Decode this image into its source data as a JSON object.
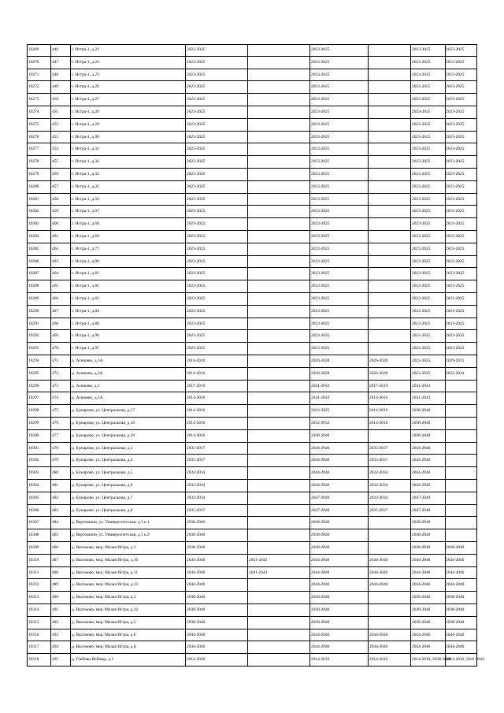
{
  "table": {
    "rows": [
      {
        "id": "10269",
        "num": "446",
        "address": "г. Истра-1, д.23",
        "c1": "2023-2025",
        "c2": "",
        "c3": "2023-2025",
        "c4": "",
        "c5": "2023-2025",
        "c6": "2023-2025"
      },
      {
        "id": "10270",
        "num": "447",
        "address": "г. Истра-1, д.24",
        "c1": "2023-2025",
        "c2": "",
        "c3": "2023-2025",
        "c4": "",
        "c5": "2023-2025",
        "c6": "2023-2025"
      },
      {
        "id": "10271",
        "num": "448",
        "address": "г. Истра-1, д.25",
        "c1": "2023-2025",
        "c2": "",
        "c3": "2023-2025",
        "c4": "",
        "c5": "2023-2025",
        "c6": "2023-2025"
      },
      {
        "id": "10272",
        "num": "449",
        "address": "г. Истра-1, д.26",
        "c1": "2023-2025",
        "c2": "",
        "c3": "2023-2025",
        "c4": "",
        "c5": "2023-2025",
        "c6": "2023-2025"
      },
      {
        "id": "10273",
        "num": "450",
        "address": "г. Истра-1, д.27",
        "c1": "2023-2025",
        "c2": "",
        "c3": "2023-2025",
        "c4": "",
        "c5": "2023-2025",
        "c6": "2023-2025"
      },
      {
        "id": "10274",
        "num": "451",
        "address": "г. Истра-1, д.28",
        "c1": "2023-2025",
        "c2": "",
        "c3": "2023-2025",
        "c4": "",
        "c5": "2023-2025",
        "c6": "2023-2025"
      },
      {
        "id": "10275",
        "num": "452",
        "address": "г. Истра-1, д.29",
        "c1": "2023-2025",
        "c2": "",
        "c3": "2023-2025",
        "c4": "",
        "c5": "2023-2025",
        "c6": "2023-2025"
      },
      {
        "id": "10276",
        "num": "453",
        "address": "г. Истра-1, д.30",
        "c1": "2023-2025",
        "c2": "",
        "c3": "2023-2025",
        "c4": "",
        "c5": "2023-2025",
        "c6": "2023-2025"
      },
      {
        "id": "10277",
        "num": "454",
        "address": "г. Истра-1, д.31",
        "c1": "2023-2025",
        "c2": "",
        "c3": "2023-2025",
        "c4": "",
        "c5": "2023-2025",
        "c6": "2023-2025"
      },
      {
        "id": "10278",
        "num": "455",
        "address": "г. Истра-1, д.32",
        "c1": "2023-2025",
        "c2": "",
        "c3": "2023-2025",
        "c4": "",
        "c5": "2023-2025",
        "c6": "2023-2025"
      },
      {
        "id": "10279",
        "num": "456",
        "address": "г. Истра-1, д.34",
        "c1": "2023-2025",
        "c2": "",
        "c3": "2023-2025",
        "c4": "",
        "c5": "2023-2025",
        "c6": "2023-2025"
      },
      {
        "id": "10280",
        "num": "457",
        "address": "г. Истра-1, д.35",
        "c1": "2023-2025",
        "c2": "",
        "c3": "2023-2025",
        "c4": "",
        "c5": "2023-2025",
        "c6": "2023-2025"
      },
      {
        "id": "10281",
        "num": "458",
        "address": "г. Истра-1, д.56",
        "c1": "2023-2025",
        "c2": "",
        "c3": "2023-2025",
        "c4": "",
        "c5": "2023-2025",
        "c6": "2023-2025"
      },
      {
        "id": "10282",
        "num": "459",
        "address": "г. Истра-1, д.67",
        "c1": "2023-2025",
        "c2": "",
        "c3": "2023-2025",
        "c4": "",
        "c5": "2023-2025",
        "c6": "2023-2025"
      },
      {
        "id": "10283",
        "num": "460",
        "address": "г. Истра-1, д.68",
        "c1": "2023-2025",
        "c2": "",
        "c3": "2023-2025",
        "c4": "",
        "c5": "2023-2025",
        "c6": "2023-2025"
      },
      {
        "id": "10284",
        "num": "461",
        "address": "г. Истра-1, д.69",
        "c1": "2023-2025",
        "c2": "",
        "c3": "2023-2025",
        "c4": "",
        "c5": "2023-2025",
        "c6": "2023-2025"
      },
      {
        "id": "10285",
        "num": "462",
        "address": "г. Истра-1, д.77",
        "c1": "2023-2025",
        "c2": "",
        "c3": "2023-2025",
        "c4": "",
        "c5": "2023-2025",
        "c6": "2023-2025"
      },
      {
        "id": "10286",
        "num": "463",
        "address": "г. Истра-1, д.80",
        "c1": "2023-2025",
        "c2": "",
        "c3": "2023-2025",
        "c4": "",
        "c5": "2023-2025",
        "c6": "2023-2025"
      },
      {
        "id": "10287",
        "num": "464",
        "address": "г. Истра-1, д.81",
        "c1": "2023-2025",
        "c2": "",
        "c3": "2023-2025",
        "c4": "",
        "c5": "2023-2025",
        "c6": "2023-2025"
      },
      {
        "id": "10288",
        "num": "465",
        "address": "г. Истра-1, д.82",
        "c1": "2023-2025",
        "c2": "",
        "c3": "2023-2025",
        "c4": "",
        "c5": "2023-2025",
        "c6": "2023-2025"
      },
      {
        "id": "10289",
        "num": "466",
        "address": "г. Истра-1, д.83",
        "c1": "2023-2025",
        "c2": "",
        "c3": "2023-2025",
        "c4": "",
        "c5": "2023-2025",
        "c6": "2023-2025"
      },
      {
        "id": "10290",
        "num": "467",
        "address": "г. Истра-1, д.84",
        "c1": "2023-2025",
        "c2": "",
        "c3": "2023-2025",
        "c4": "",
        "c5": "2023-2025",
        "c6": "2023-2025"
      },
      {
        "id": "10291",
        "num": "468",
        "address": "г. Истра-1, д.88",
        "c1": "2023-2025",
        "c2": "",
        "c3": "2023-2025",
        "c4": "",
        "c5": "2023-2025",
        "c6": "2023-2025"
      },
      {
        "id": "10292",
        "num": "469",
        "address": "г. Истра-1, д.96",
        "c1": "2023-2025",
        "c2": "",
        "c3": "2023-2025",
        "c4": "",
        "c5": "2023-2025",
        "c6": "2023-2025"
      },
      {
        "id": "10293",
        "num": "470",
        "address": "г. Истра-1, д.97",
        "c1": "2023-2025",
        "c2": "",
        "c3": "2023-2025",
        "c4": "",
        "c5": "2023-2025",
        "c6": "2023-2025"
      },
      {
        "id": "10294",
        "num": "471",
        "address": "д. Агишево, д.1А",
        "c1": "2014-2016",
        "c2": "",
        "c3": "2026-2028",
        "c4": "2026-2028",
        "c5": "2023-2025",
        "c6": "2029-2031"
      },
      {
        "id": "10295",
        "num": "472",
        "address": "д. Агишево, д.2А",
        "c1": "2014-2016",
        "c2": "",
        "c3": "2026-2028",
        "c4": "2026-2028",
        "c5": "2023-2025",
        "c6": "2032-2034"
      },
      {
        "id": "10296",
        "num": "473",
        "address": "д. Агишево, д.1",
        "c1": "2017-2019",
        "c2": "",
        "c3": "2041-2043",
        "c4": "2017-2019",
        "c5": "2041-2043",
        "c6": ""
      },
      {
        "id": "10297",
        "num": "474",
        "address": "д. Агишево, д.1А",
        "c1": "2014-2016",
        "c2": "",
        "c3": "2041-2043",
        "c4": "2014-2016",
        "c5": "2041-2043",
        "c6": ""
      },
      {
        "id": "10298",
        "num": "475",
        "address": "д. Бужарово, ул. Центральная, д.17",
        "c1": "2014-2016",
        "c2": "",
        "c3": "2023-2025",
        "c4": "2014-2016",
        "c5": "2038-2040",
        "c6": ""
      },
      {
        "id": "10299",
        "num": "476",
        "address": "д. Бужарово, ул. Центральная, д.18",
        "c1": "2014-2016",
        "c2": "",
        "c3": "2032-2034",
        "c4": "2014-2016",
        "c5": "2038-2040",
        "c6": ""
      },
      {
        "id": "10300",
        "num": "477",
        "address": "д. Бужарово, ул. Центральная, д.20",
        "c1": "2014-2016",
        "c2": "",
        "c3": "2038-2040",
        "c4": "",
        "c5": "2038-2040",
        "c6": ""
      },
      {
        "id": "10301",
        "num": "478",
        "address": "д. Бужарово, ул. Центральная, д.3",
        "c1": "2035-2037",
        "c2": "",
        "c3": "2044-2046",
        "c4": "2035-2037",
        "c5": "2044-2046",
        "c6": ""
      },
      {
        "id": "10302",
        "num": "479",
        "address": "д. Бужарово, ул. Центральная, д.4",
        "c1": "2035-2037",
        "c2": "",
        "c3": "2044-2046",
        "c4": "2035-2037",
        "c5": "2044-2046",
        "c6": ""
      },
      {
        "id": "10303",
        "num": "480",
        "address": "д. Бужарово, ул. Центральная, д.5",
        "c1": "2032-2034",
        "c2": "",
        "c3": "2044-2046",
        "c4": "2032-2034",
        "c5": "2044-2046",
        "c6": ""
      },
      {
        "id": "10304",
        "num": "481",
        "address": "д. Бужарово, ул. Центральная, д.6",
        "c1": "2032-2034",
        "c2": "",
        "c3": "2044-2046",
        "c4": "2032-2034",
        "c5": "2044-2046",
        "c6": ""
      },
      {
        "id": "10305",
        "num": "482",
        "address": "д. Бужарово, ул. Центральная, д.7",
        "c1": "2032-2034",
        "c2": "",
        "c3": "2047-2049",
        "c4": "2032-2034",
        "c5": "2047-2049",
        "c6": ""
      },
      {
        "id": "10306",
        "num": "483",
        "address": "д. Бужарово, ул. Центральная, д.8",
        "c1": "2035-2037",
        "c2": "",
        "c3": "2047-2049",
        "c4": "2035-2037",
        "c5": "2047-2049",
        "c6": ""
      },
      {
        "id": "10307",
        "num": "484",
        "address": "д. Вертошино, ул. Университетская, д.1 к.1",
        "c1": "2038-2040",
        "c2": "",
        "c3": "2038-2040",
        "c4": "",
        "c5": "2038-2040",
        "c6": ""
      },
      {
        "id": "10308",
        "num": "485",
        "address": "д. Вертошино, ул. Университетская, д.1 к.2",
        "c1": "2038-2040",
        "c2": "",
        "c3": "2038-2040",
        "c4": "",
        "c5": "2038-2040",
        "c6": ""
      },
      {
        "id": "10309",
        "num": "486",
        "address": "д. Высоково, мкр. Малая Истра, д.1",
        "c1": "2038-2040",
        "c2": "",
        "c3": "2038-2040",
        "c4": "",
        "c5": "2038-2040",
        "c6": "2038-2040"
      },
      {
        "id": "10310",
        "num": "487",
        "address": "д. Высоково, мкр. Малая Истра, д.10",
        "c1": "2044-2046",
        "c2": "2041-2043",
        "c3": "2044-2046",
        "c4": "2044-2046",
        "c5": "2044-2046",
        "c6": "2044-2046"
      },
      {
        "id": "10311",
        "num": "488",
        "address": "д. Высоково, мкр. Малая Истра, д.11",
        "c1": "2044-2046",
        "c2": "2041-2043",
        "c3": "2044-2046",
        "c4": "2044-2046",
        "c5": "2044-2046",
        "c6": "2044-2046"
      },
      {
        "id": "10312",
        "num": "489",
        "address": "д. Высоково, мкр. Малая Истра, д.13",
        "c1": "2044-2046",
        "c2": "",
        "c3": "2044-2046",
        "c4": "2044-2046",
        "c5": "2044-2046",
        "c6": "2044-2046"
      },
      {
        "id": "10313",
        "num": "490",
        "address": "д. Высоково, мкр. Малая Истра, д.2",
        "c1": "2038-2040",
        "c2": "",
        "c3": "2038-2040",
        "c4": "",
        "c5": "2038-2040",
        "c6": "2038-2040"
      },
      {
        "id": "10314",
        "num": "491",
        "address": "д. Высоково, мкр. Малая Истра, д.32",
        "c1": "2038-2040",
        "c2": "",
        "c3": "2038-2040",
        "c4": "",
        "c5": "2038-2040",
        "c6": "2038-2040"
      },
      {
        "id": "10315",
        "num": "492",
        "address": "д. Высоково, мкр. Малая Истра, д.5",
        "c1": "2038-2040",
        "c2": "",
        "c3": "2038-2040",
        "c4": "",
        "c5": "2038-2040",
        "c6": "2038-2040"
      },
      {
        "id": "10316",
        "num": "493",
        "address": "д. Высоково, мкр. Малая Истра, д.6",
        "c1": "2044-2046",
        "c2": "",
        "c3": "2044-2046",
        "c4": "2044-2046",
        "c5": "2044-2046",
        "c6": "2044-2046"
      },
      {
        "id": "10317",
        "num": "494",
        "address": "д. Высоково, мкр. Малая Истра, д.8",
        "c1": "2044-2046",
        "c2": "",
        "c3": "2044-2046",
        "c4": "2044-2046",
        "c5": "2044-2046",
        "c6": "2044-2046"
      },
      {
        "id": "10318",
        "num": "495",
        "address": "д. Глебово-Избище, д.1",
        "c1": "2014-2016",
        "c2": "",
        "c3": "2014-2016",
        "c4": "2014-2016",
        "c5": "2014-2016, 2038-2040",
        "c6": "2014-2016, 2041-2043"
      }
    ]
  }
}
